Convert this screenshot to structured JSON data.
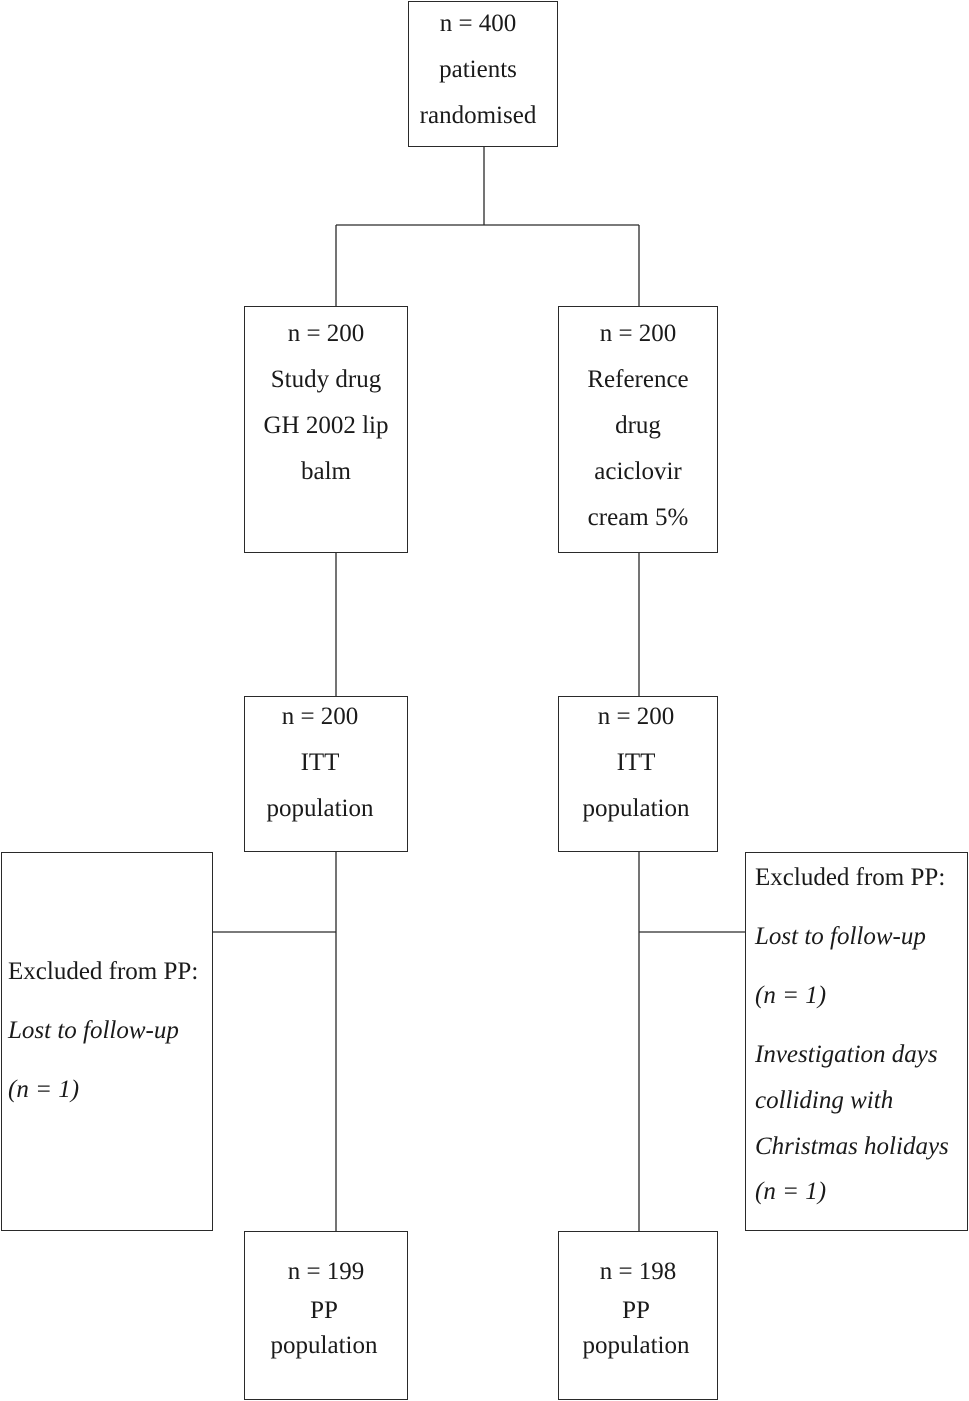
{
  "randomised": {
    "line1": "n = 400",
    "line2": "patients",
    "line3": "randomised"
  },
  "study_arm": {
    "line1": "n = 200",
    "line2": "Study drug",
    "line3": "GH 2002 lip",
    "line4": "balm"
  },
  "reference_arm": {
    "line1": "n = 200",
    "line2": "Reference",
    "line3": "drug",
    "line4": "aciclovir",
    "line5": "cream 5%"
  },
  "itt_left": {
    "line1": "n = 200",
    "line2": "ITT",
    "line3": "population"
  },
  "itt_right": {
    "line1": "n = 200",
    "line2": "ITT",
    "line3": "population"
  },
  "excluded_left": {
    "title": "Excluded from PP:",
    "reason1": "Lost to follow-up",
    "count1": "(n = 1)"
  },
  "excluded_right": {
    "title": "Excluded from PP:",
    "reason1": "Lost to follow-up",
    "count1": "(n = 1)",
    "reason2_line1": "Investigation days",
    "reason2_line2": "colliding with",
    "reason2_line3": "Christmas holidays",
    "count2": "(n = 1)"
  },
  "pp_left": {
    "line1": "n = 199",
    "line2": "PP",
    "line3": "population"
  },
  "pp_right": {
    "line1": "n = 198",
    "line2": "PP",
    "line3": "population"
  }
}
